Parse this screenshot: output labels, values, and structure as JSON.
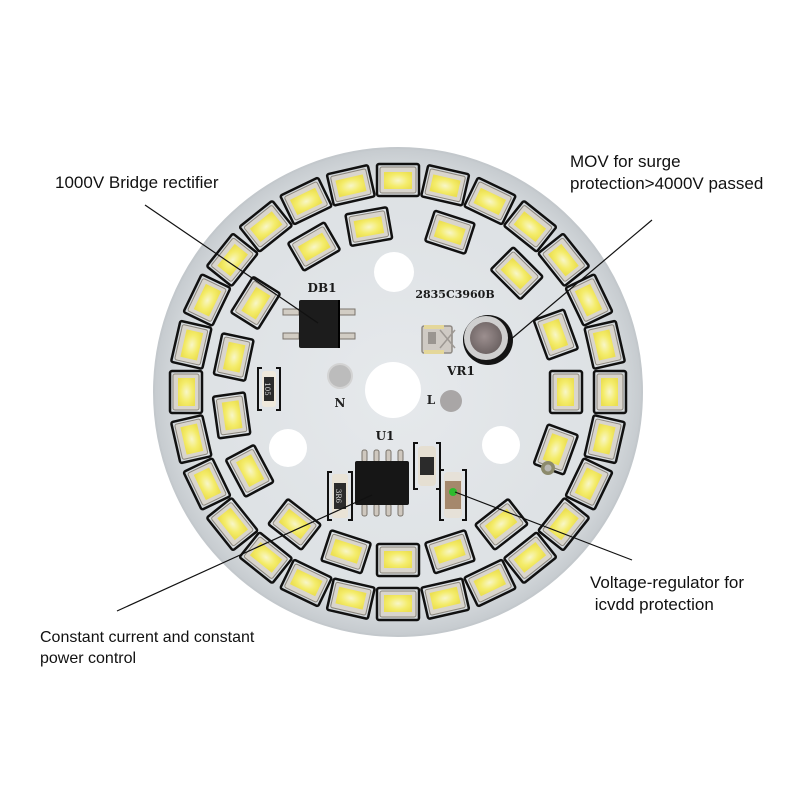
{
  "title": "LED AC driverless module annotated diagram",
  "board": {
    "silkscreen_model": "2835C3960B",
    "designators": {
      "bridge": "DB1",
      "varistor": "VR1",
      "ic": "U1",
      "neutral": "N",
      "live": "L",
      "resistor_left": "105",
      "resistor_ic": "3R6"
    },
    "led_outer_count": 28,
    "led_inner_count": 16,
    "colors": {
      "board": "#dfe3e6",
      "board_edge": "#c9ced2",
      "led_yellow": "#f5ee63",
      "led_frame": "#111111",
      "led_pad": "#c8c4bc",
      "component_black": "#1a1a1a",
      "indicator_green": "#2dbb2d",
      "capacitor_brown": "#a5886c"
    }
  },
  "annotations": [
    {
      "id": "bridge-rectifier",
      "text": "1000V Bridge rectifier"
    },
    {
      "id": "mov",
      "text": "MOV for surge\nprotection>4000V passed"
    },
    {
      "id": "voltage-regulator",
      "text": "Voltage-regulator for\n icvdd protection"
    },
    {
      "id": "constant-current",
      "text": "Constant current and constant\npower control"
    }
  ]
}
